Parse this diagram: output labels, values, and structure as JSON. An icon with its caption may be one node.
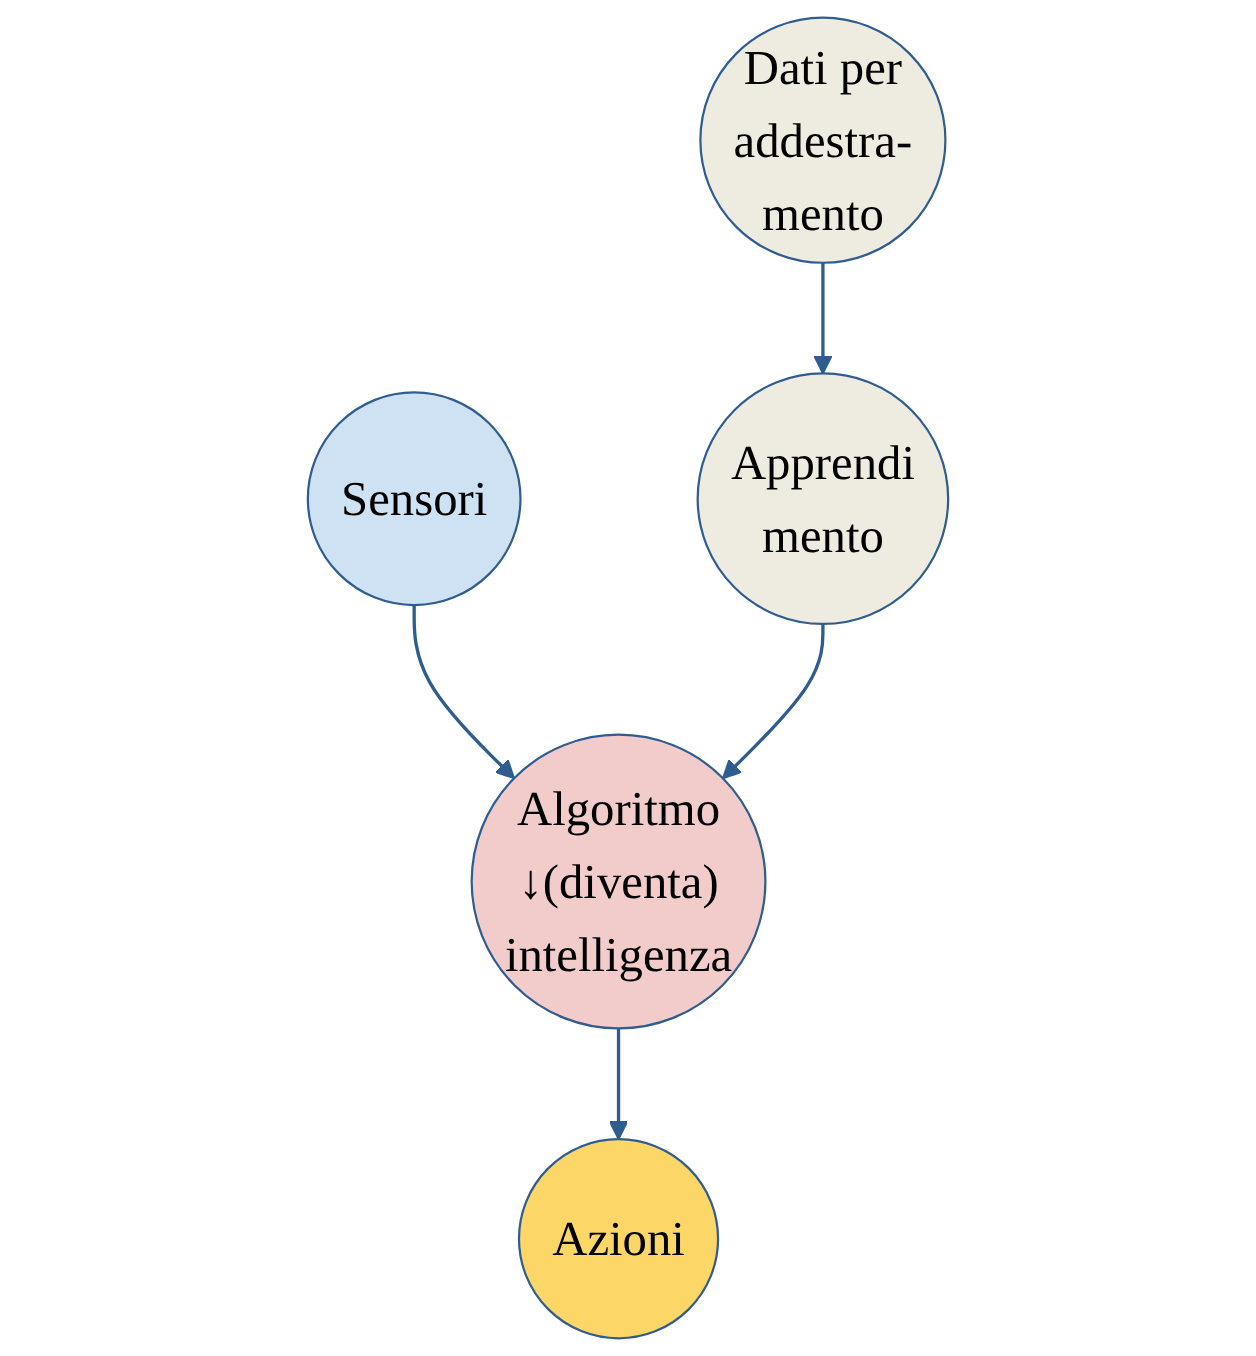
{
  "diagram": {
    "nodes": [
      {
        "text": [
          "Dati per addestra- mento"
        ]
      },
      {
        "text": [
          "Sensori"
        ]
      },
      {
        "text": [
          "Apprendi mento"
        ]
      },
      {
        "text": [
          "Algoritmo ↓(diventa) intelligenza"
        ]
      },
      {
        "text": [
          "Azioni"
        ]
      }
    ],
    "edges": [
      {
        "from": 0,
        "to": 2,
        "arrow": "to"
      },
      {
        "from": 1,
        "to": 3,
        "arrow": "to"
      },
      {
        "from": 2,
        "to": 3,
        "arrow": "to"
      },
      {
        "from": 3,
        "to": 4,
        "arrow": "to"
      }
    ]
  }
}
